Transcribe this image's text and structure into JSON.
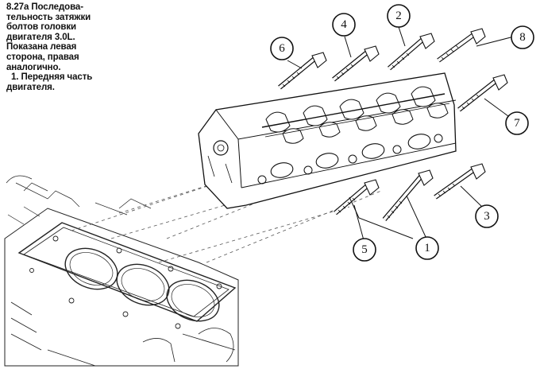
{
  "caption": {
    "lines": [
      "8.27а Последова-",
      "тельность затяжки",
      "болтов головки",
      "двигателя 3.0L.",
      "Показана левая",
      "сторона, правая",
      "аналогично.",
      "1. Передняя часть",
      "двигателя."
    ]
  },
  "bolt_labels": [
    "6",
    "4",
    "2",
    "8",
    "7",
    "3",
    "1",
    "5"
  ],
  "colors": {
    "ink": "#111111",
    "paper": "#ffffff"
  }
}
